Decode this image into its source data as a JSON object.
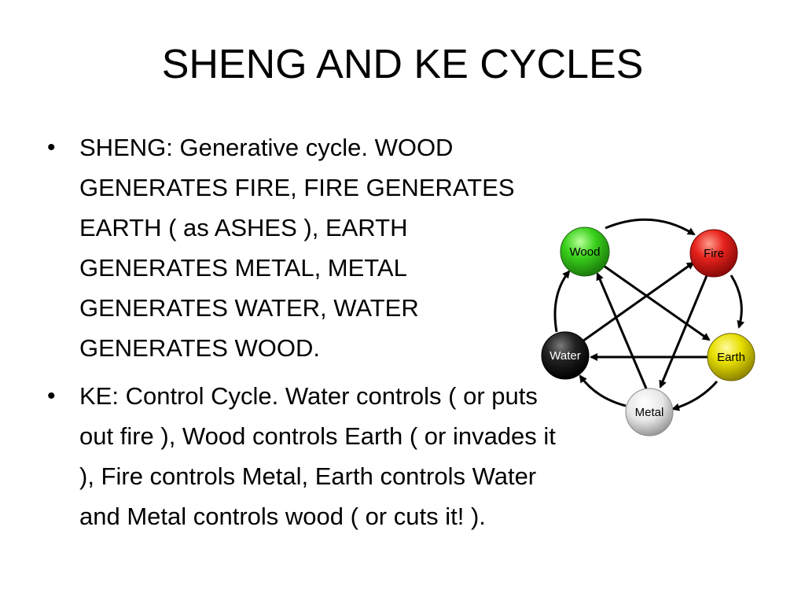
{
  "slide": {
    "title": "SHENG AND KE CYCLES",
    "bullets": [
      "SHENG: Generative cycle. WOOD GENERATES FIRE, FIRE GENERATES EARTH ( as ASHES ), EARTH GENERATES METAL, METAL GENERATES WATER, WATER GENERATES WOOD.",
      "KE: Control Cycle. Water controls ( or puts out fire ), Wood controls Earth ( or invades it ), Fire controls Metal, Earth controls Water and Metal controls wood ( or cuts it! )."
    ]
  },
  "diagram": {
    "nodes": [
      {
        "label": "Wood",
        "color": "#2ecc1a"
      },
      {
        "label": "Fire",
        "color": "#e0201c"
      },
      {
        "label": "Earth",
        "color": "#e6df00"
      },
      {
        "label": "Metal",
        "color": "#e8e8e8"
      },
      {
        "label": "Water",
        "color": "#1e1e1e"
      }
    ]
  }
}
